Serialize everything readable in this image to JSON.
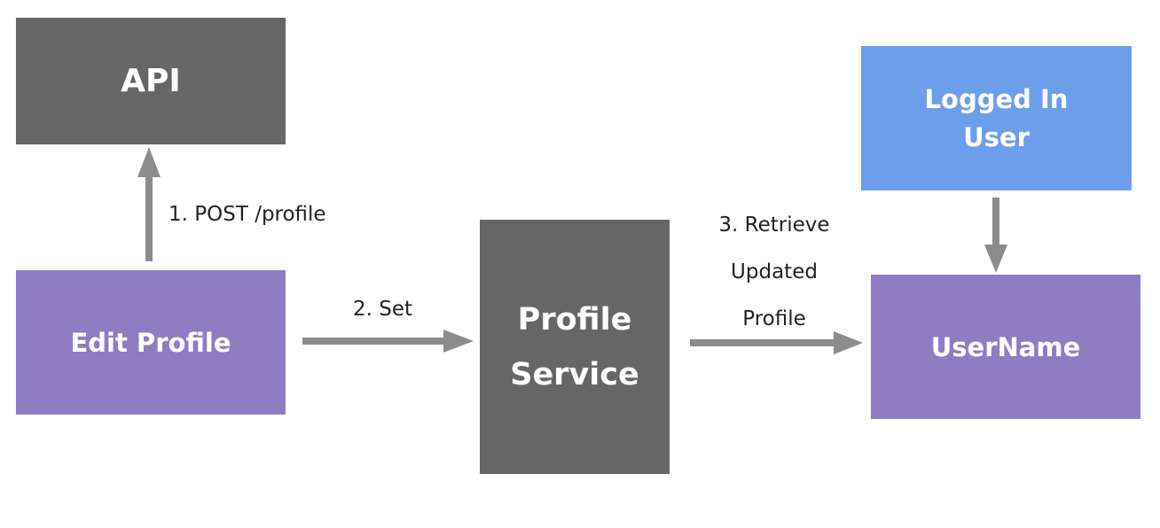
{
  "nodes": {
    "api": "API",
    "edit_profile": "Edit Profile",
    "profile_service": "Profile Service",
    "logged_in_user": "Logged In User",
    "username": "UserName"
  },
  "edges": {
    "post": "1. POST /profile",
    "set": "2. Set",
    "retrieve": "3. Retrieve Updated Profile"
  },
  "colors": {
    "dark_box": "#666666",
    "purple_box": "#8e7dc3",
    "blue_box": "#6d9eeb",
    "arrow": "#8c8c8c"
  }
}
